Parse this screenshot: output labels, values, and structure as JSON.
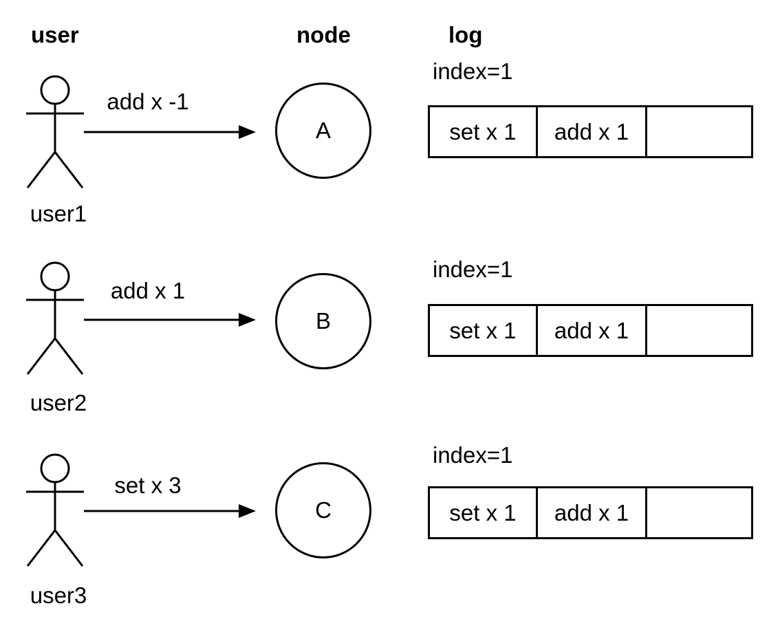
{
  "colors": {
    "ink": "#000000",
    "background": "#ffffff"
  },
  "headers": {
    "user": "user",
    "node": "node",
    "log": "log"
  },
  "icons": {
    "actor": "stick-figure-actor",
    "arrow": "right-arrow"
  },
  "rows": [
    {
      "user_label": "user1",
      "message": "add x -1",
      "node_label": "A",
      "log": {
        "index_label": "index=1",
        "entries": [
          "set x 1",
          "add x 1",
          ""
        ]
      }
    },
    {
      "user_label": "user2",
      "message": "add x 1",
      "node_label": "B",
      "log": {
        "index_label": "index=1",
        "entries": [
          "set x 1",
          "add x 1",
          ""
        ]
      }
    },
    {
      "user_label": "user3",
      "message": "set x 3",
      "node_label": "C",
      "log": {
        "index_label": "index=1",
        "entries": [
          "set x 1",
          "add x 1",
          ""
        ]
      }
    }
  ]
}
